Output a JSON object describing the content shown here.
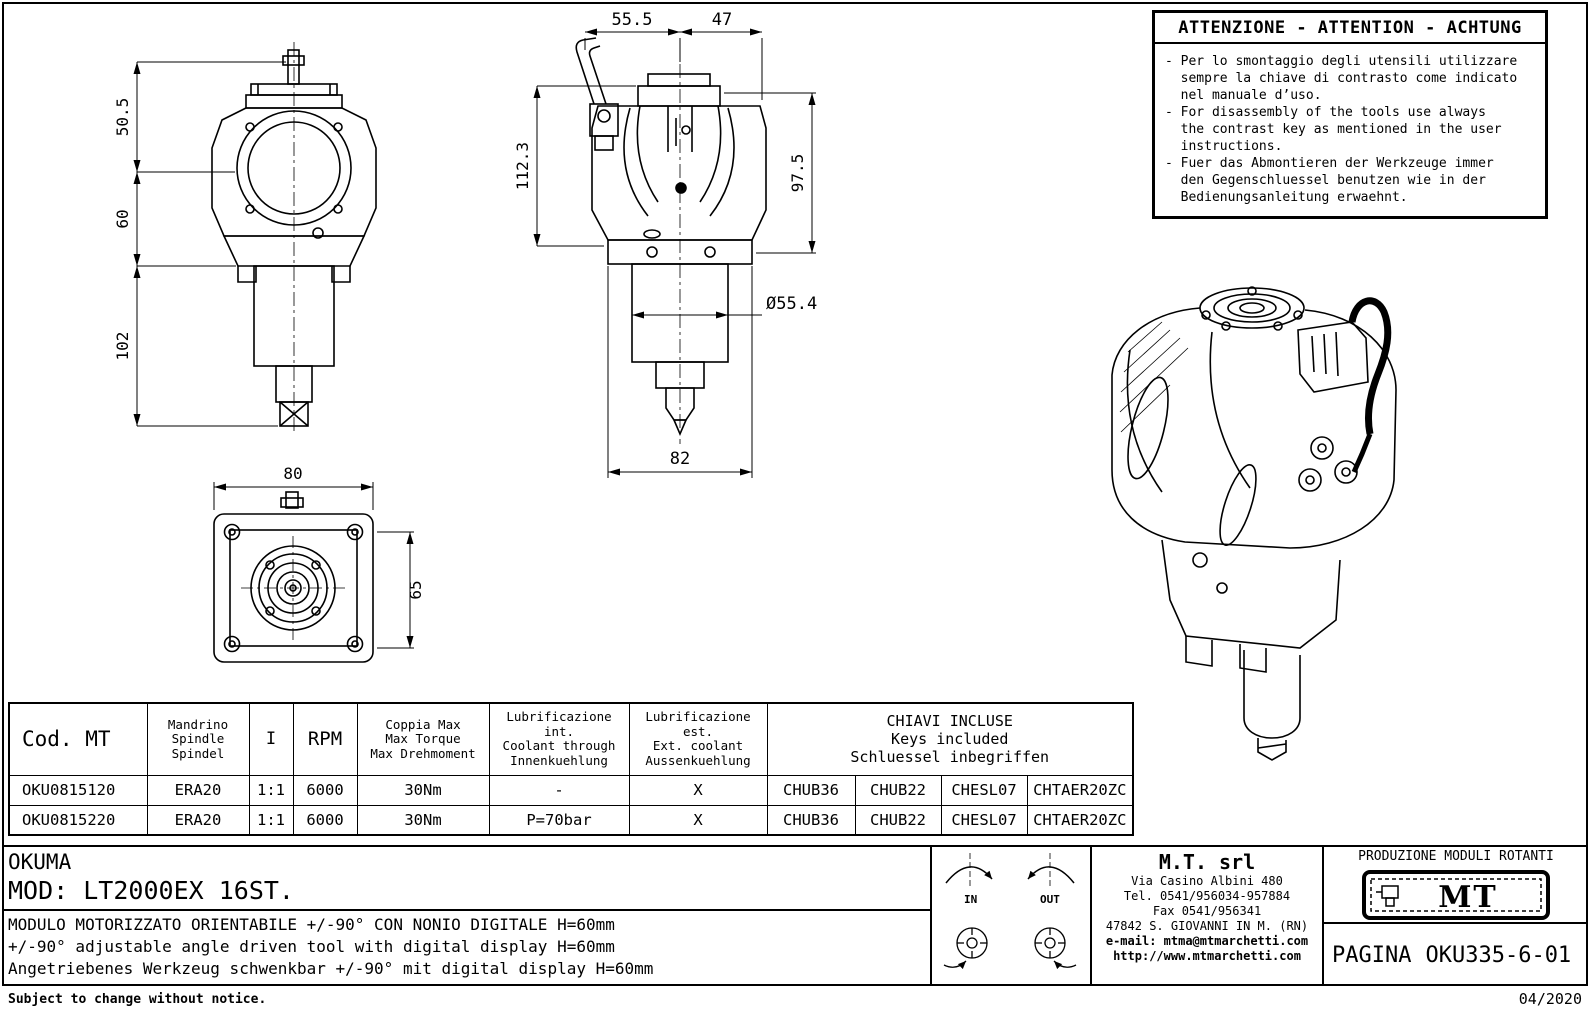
{
  "attention": {
    "title": "ATTENZIONE - ATTENTION - ACHTUNG",
    "lines": [
      "- Per lo smontaggio degli utensili utilizzare",
      "  sempre la chiave di contrasto come indicato",
      "  nel manuale d’uso.",
      "- For disassembly of the tools use always",
      "  the contrast key as mentioned in the user",
      "  instructions.",
      "- Fuer das Abmontieren der Werkzeuge immer",
      "  den Gegenschluessel benutzen wie in der",
      "  Bedienungsanleitung erwaehnt."
    ]
  },
  "dimensions": {
    "front": [
      "50.5",
      "60",
      "102"
    ],
    "bottom": [
      "80",
      "65"
    ],
    "side": [
      "55.5",
      "47",
      "112.3",
      "97.5",
      "Ø55.4",
      "82"
    ]
  },
  "table": {
    "headers": {
      "cod": "Cod. MT",
      "mandrino": [
        "Mandrino",
        "Spindle",
        "Spindel"
      ],
      "i": "I",
      "rpm": "RPM",
      "coppia": [
        "Coppia Max",
        "Max Torque",
        "Max Drehmoment"
      ],
      "lub_int": [
        "Lubrificazione int.",
        "Coolant through",
        "Innenkuehlung"
      ],
      "lub_est": [
        "Lubrificazione est.",
        "Ext. coolant",
        "Aussenkuehlung"
      ],
      "chiavi": [
        "CHIAVI INCLUSE",
        "Keys included",
        "Schluessel inbegriffen"
      ]
    },
    "rows": [
      [
        "OKU0815120",
        "ERA20",
        "1:1",
        "6000",
        "30Nm",
        "-",
        "X",
        "CHUB36",
        "CHUB22",
        "CHESL07",
        "CHTAER20ZC"
      ],
      [
        "OKU0815220",
        "ERA20",
        "1:1",
        "6000",
        "30Nm",
        "P=70bar",
        "X",
        "CHUB36",
        "CHUB22",
        "CHESL07",
        "CHTAER20ZC"
      ]
    ]
  },
  "titleblock": {
    "brand": "OKUMA",
    "model": "MOD: LT2000EX 16ST.",
    "desc": [
      "MODULO MOTORIZZATO ORIENTABILE +/-90° CON NONIO DIGITALE H=60mm",
      "+/-90° adjustable angle driven tool with digital display H=60mm",
      "Angetriebenes Werkzeug schwenkbar +/-90° mit digital display H=60mm"
    ],
    "rotation": {
      "in": "IN",
      "out": "OUT"
    },
    "company": {
      "name": "M.T. srl",
      "address": "Via Casino Albini 480",
      "tel": "Tel. 0541/956034-957884",
      "fax": "Fax 0541/956341",
      "city": "47842 S. GIOVANNI IN M. (RN)",
      "email": "e-mail: mtma@mtmarchetti.com",
      "web": "http://www.mtmarchetti.com"
    },
    "production": "PRODUZIONE MODULI ROTANTI",
    "logo": "MT",
    "page_label": "PAGINA",
    "page_value": "OKU335-6-01"
  },
  "footer": {
    "note": "Subject to change without notice.",
    "date": "04/2020"
  }
}
